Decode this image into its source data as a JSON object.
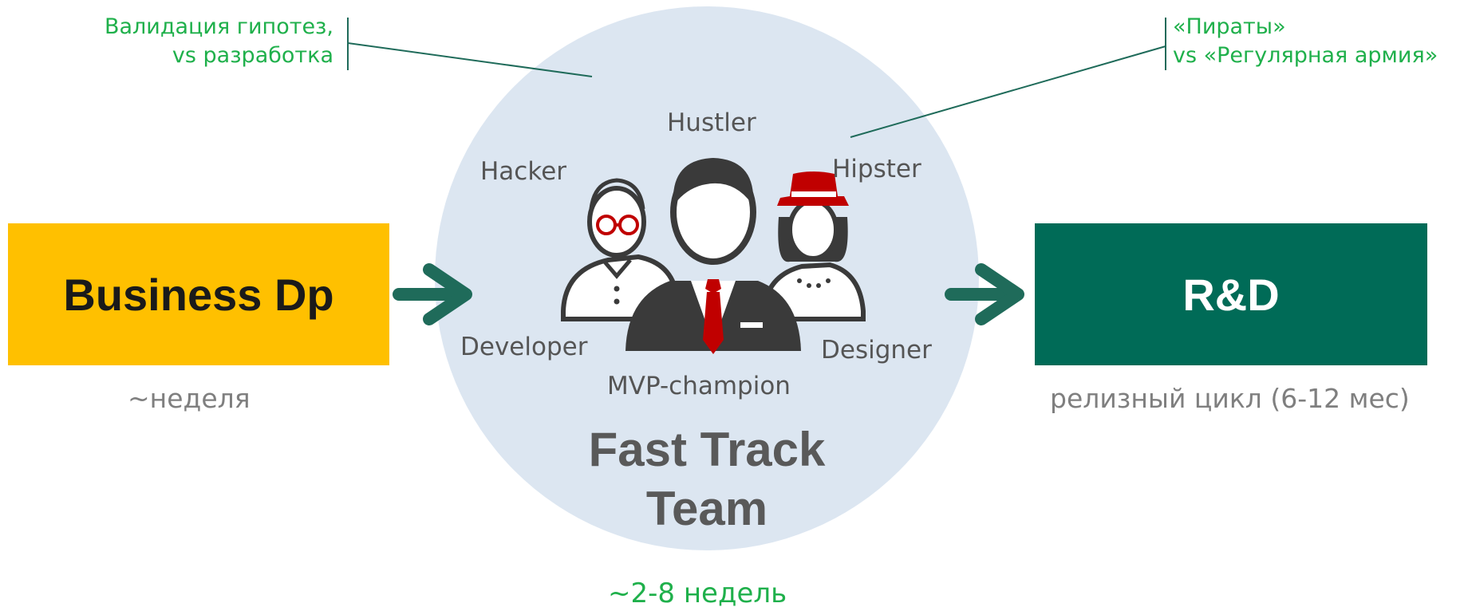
{
  "colors": {
    "accent_green": "#1fb04b",
    "dark_green": "#006b57",
    "arrow": "#1f6b5a",
    "business_yellow": "#ffc000",
    "circle": "#dce6f1",
    "hat_red": "#c00000"
  },
  "left_box": {
    "label": "Business Dp",
    "caption": "~неделя"
  },
  "right_box": {
    "label": "R&D",
    "caption": "релизный цикл (6-12 мес)"
  },
  "center": {
    "title_line1": "Fast Track",
    "title_line2": "Team",
    "duration": "~2-8 недель",
    "roles": {
      "hustler": "Hustler",
      "hacker": "Hacker",
      "hipster": "Hipster",
      "developer": "Developer",
      "designer": "Designer",
      "mvp": "MVP-champion"
    }
  },
  "notes": {
    "left_line1": "Валидация гипотез,",
    "left_line2": "vs разработка",
    "right_line1": "«Пираты»",
    "right_line2": "vs «Регулярная армия»"
  },
  "icons": [
    "team-people-icon",
    "arrow-right-icon"
  ]
}
